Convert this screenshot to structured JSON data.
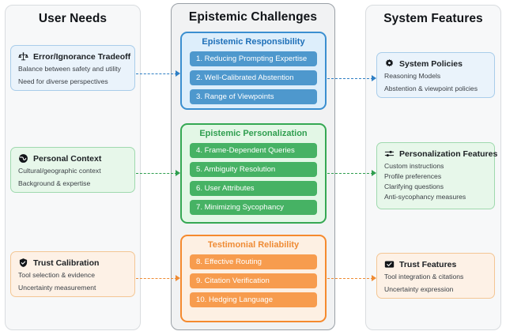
{
  "columns": {
    "left": {
      "title": "User Needs"
    },
    "mid": {
      "title": "Epistemic Challenges"
    },
    "right": {
      "title": "System Features"
    }
  },
  "user_needs": [
    {
      "id": "error-ignorance-tradeoff",
      "icon": "balance-scale-icon",
      "title": "Error/Ignorance Tradeoff",
      "lines": [
        "Balance between safety and utility",
        "Need for diverse perspectives"
      ],
      "accent": "#2f7fc4"
    },
    {
      "id": "personal-context",
      "icon": "globe-icon",
      "title": "Personal Context",
      "lines": [
        "Cultural/geographic context",
        "Background & expertise"
      ],
      "accent": "#2f9e4f"
    },
    {
      "id": "trust-calibration",
      "icon": "shield-check-icon",
      "title": "Trust Calibration",
      "lines": [
        "Tool selection & evidence",
        "Uncertainty measurement"
      ],
      "accent": "#ef8b34"
    }
  ],
  "challenges": [
    {
      "id": "epistemic-responsibility",
      "title": "Epistemic Responsibility",
      "color": "#3b8fd0",
      "items": [
        "1. Reducing Prompting Expertise",
        "2. Well-Calibrated Abstention",
        "3. Range of Viewpoints"
      ]
    },
    {
      "id": "epistemic-personalization",
      "title": "Epistemic Personalization",
      "color": "#35a853",
      "items": [
        "4. Frame-Dependent Queries",
        "5. Ambiguity Resolution",
        "6. User Attributes",
        "7. Minimizing Sycophancy"
      ]
    },
    {
      "id": "testimonial-reliability",
      "title": "Testimonial Reliability",
      "color": "#f58a2e",
      "items": [
        "8. Effective Routing",
        "9. Citation Verification",
        "10. Hedging Language"
      ]
    }
  ],
  "system_features": [
    {
      "id": "system-policies",
      "icon": "gear-icon",
      "title": "System Policies",
      "lines": [
        "Reasoning Models",
        "Abstention & viewpoint policies"
      ],
      "accent": "#2f7fc4"
    },
    {
      "id": "personalization-features",
      "icon": "sliders-icon",
      "title": "Personalization Features",
      "lines": [
        "Custom instructions",
        "Profile preferences",
        "Clarifying questions",
        "Anti-sycophancy measures"
      ],
      "accent": "#2f9e4f"
    },
    {
      "id": "trust-features",
      "icon": "checkbox-icon",
      "title": "Trust Features",
      "lines": [
        "Tool integration & citations",
        "Uncertainty expression"
      ],
      "accent": "#ef8b34"
    }
  ]
}
